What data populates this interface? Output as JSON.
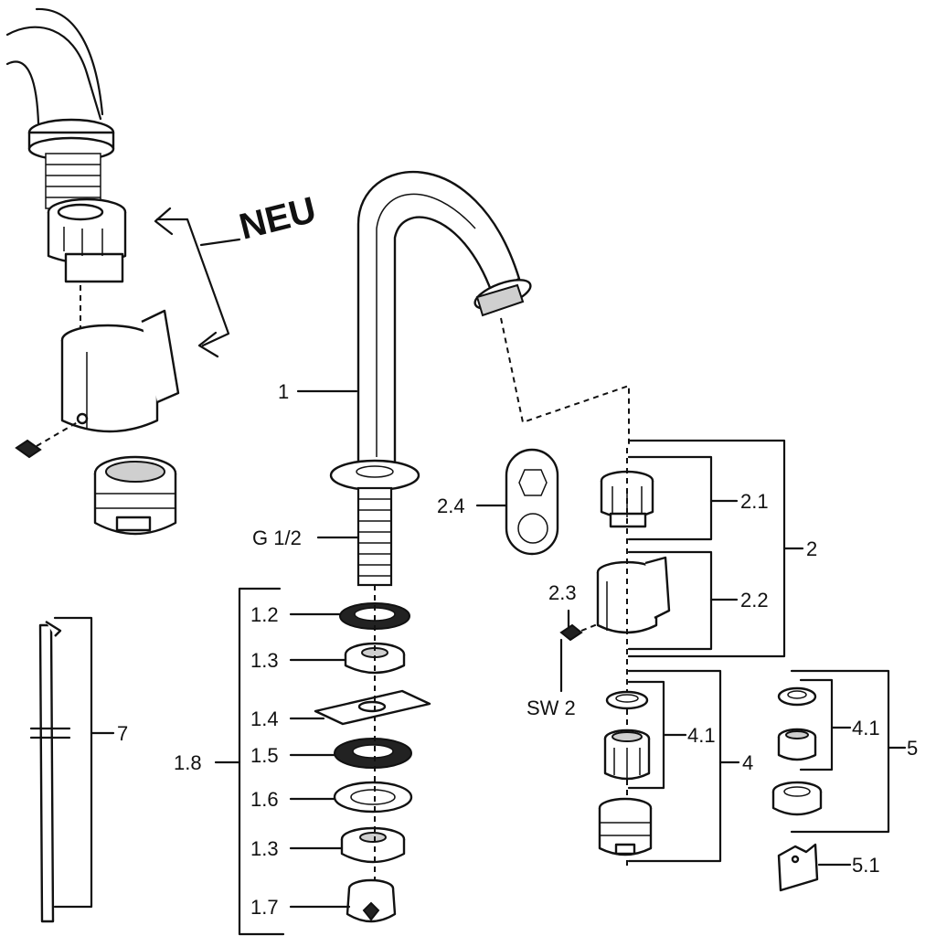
{
  "labels": {
    "neu": "NEU",
    "l1": "1",
    "l2": "2",
    "l2_1": "2.1",
    "l2_2": "2.2",
    "l2_3": "2.3",
    "l2_4": "2.4",
    "lsw2": "SW 2",
    "lg12": "G 1/2",
    "l1_2": "1.2",
    "l1_3a": "1.3",
    "l1_4": "1.4",
    "l1_5": "1.5",
    "l1_6": "1.6",
    "l1_3b": "1.3",
    "l1_7": "1.7",
    "l1_8": "1.8",
    "l4": "4",
    "l4_1a": "4.1",
    "l4_1b": "4.1",
    "l5": "5",
    "l5_1": "5.1",
    "l7": "7"
  }
}
